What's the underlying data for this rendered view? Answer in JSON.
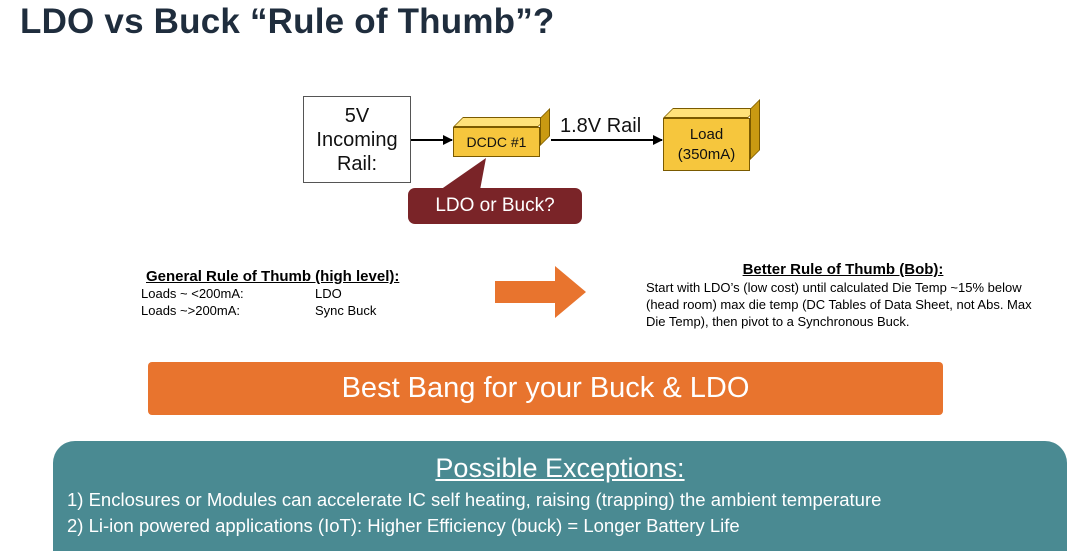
{
  "title": "LDO vs Buck “Rule of Thumb”?",
  "diagram": {
    "source_lines": [
      "5V",
      "Incoming",
      "Rail:"
    ],
    "converter_label": "DCDC #1",
    "rail_label": "1.8V Rail",
    "load_lines": [
      "Load",
      "(350mA)"
    ],
    "callout": "LDO or Buck?"
  },
  "general_rule": {
    "heading": "General Rule of Thumb (high level):",
    "rows": [
      {
        "condition": "Loads ~ <200mA:",
        "choice": "LDO"
      },
      {
        "condition": "Loads ~>200mA:",
        "choice": "Sync Buck"
      }
    ]
  },
  "better_rule": {
    "heading": "Better Rule of Thumb (Bob):",
    "body": "Start with LDO’s (low cost) until calculated Die Temp ~15% below (head room) max die temp (DC Tables of Data Sheet, not Abs. Max Die Temp), then pivot to a Synchronous Buck."
  },
  "banner": "Best Bang for your Buck & LDO",
  "exceptions": {
    "heading": "Possible Exceptions:",
    "items": [
      "1)  Enclosures or Modules can accelerate IC self heating,  raising (trapping) the ambient temperature",
      "2)  Li-ion powered applications (IoT): Higher Efficiency (buck) = Longer Battery Life"
    ]
  },
  "colors": {
    "title": "#1f2d3d",
    "cube": "#f6c63d",
    "callout": "#7a2428",
    "banner": "#e8742e",
    "exceptions_panel": "#4a8a92"
  }
}
